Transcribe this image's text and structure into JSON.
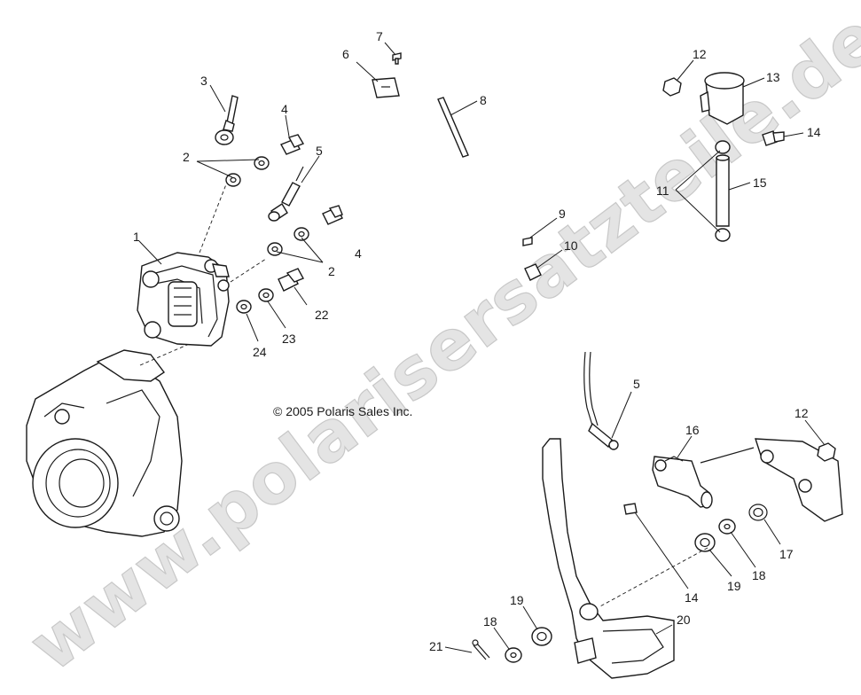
{
  "watermark": "www.polarisersatzteile.de",
  "copyright": "© 2005 Polaris Sales Inc.",
  "callouts": {
    "c1": "1",
    "c2a": "2",
    "c2b": "2",
    "c3": "3",
    "c4a": "4",
    "c4b": "4",
    "c5a": "5",
    "c5b": "5",
    "c6": "6",
    "c7": "7",
    "c8": "8",
    "c9": "9",
    "c10": "10",
    "c11": "11",
    "c12a": "12",
    "c12b": "12",
    "c13": "13",
    "c14a": "14",
    "c14b": "14",
    "c15": "15",
    "c16": "16",
    "c17": "17",
    "c18a": "18",
    "c18b": "18",
    "c19a": "19",
    "c19b": "19",
    "c20": "20",
    "c21": "21",
    "c22": "22",
    "c23": "23",
    "c24": "24"
  }
}
